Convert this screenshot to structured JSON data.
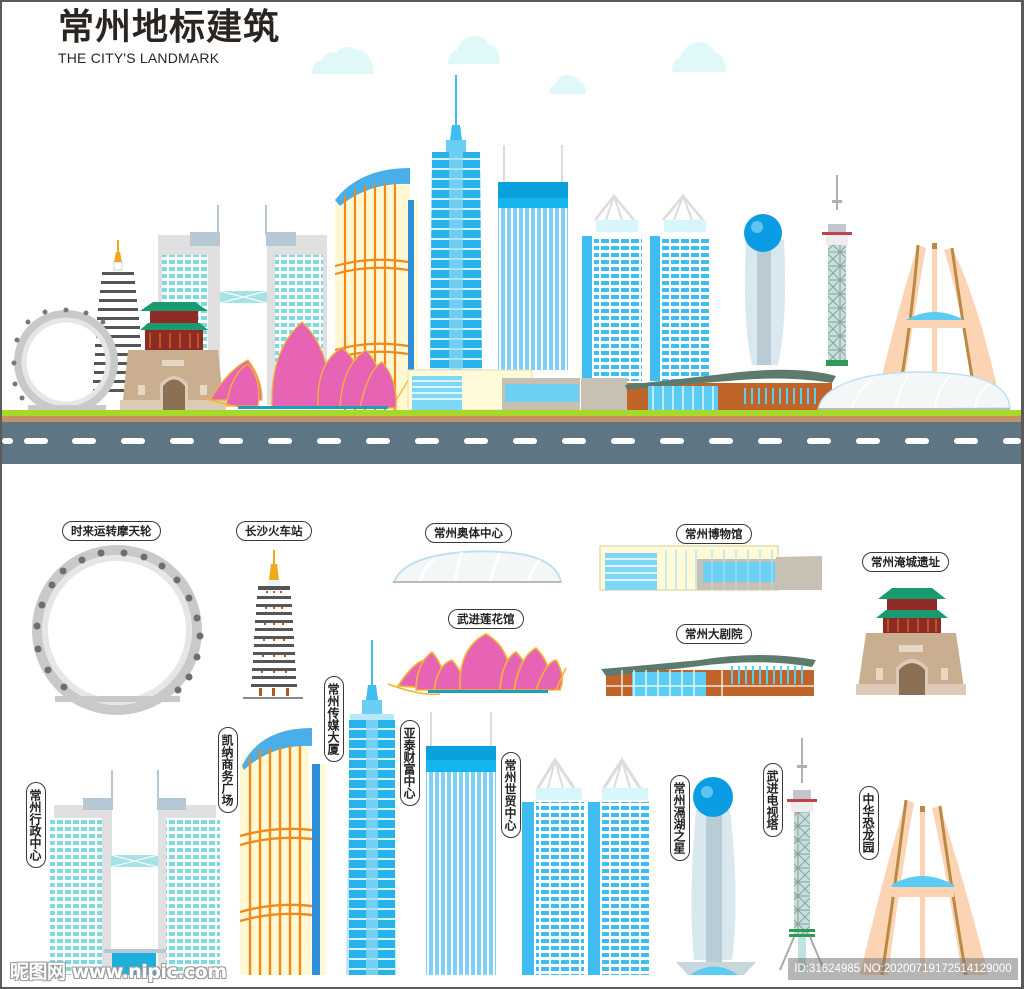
{
  "header": {
    "title": "常州地标建筑",
    "subtitle": "THE CITY'S LANDMARK"
  },
  "colors": {
    "sky_blue": "#3fbdf2",
    "deep_blue": "#0aa6e8",
    "light_cyan": "#d6f6fb",
    "cloud": "#e1f8f9",
    "lotus_pink": "#e764b5",
    "lotus_gold": "#f2b531",
    "gold_tower": "#f7a11a",
    "cream": "#fff8d2",
    "orange_grid": "#f08a1c",
    "wall_tan": "#c9ae90",
    "roof_green": "#1a9a6e",
    "theatre_brown": "#c0652a",
    "road": "#5e7684",
    "grass": "#a6d92c",
    "soil": "#c49364",
    "dino_peach": "#fcd4b4",
    "dino_brown": "#b88a45",
    "grey_ring": "#c9c9c9"
  },
  "landmarks": {
    "ferris_wheel": "时来运转摩天轮",
    "railway_station": "长沙火车站",
    "olympic_center": "常州奥体中心",
    "lotus_hall": "武进莲花馆",
    "museum": "常州博物馆",
    "grand_theatre": "常州大剧院",
    "yancheng_ruins": "常州淹城遗址",
    "admin_center": "常州行政中心",
    "kaina_plaza": "凯纳商务广场",
    "media_tower": "常州传媒大厦",
    "yatai_center": "亚泰财富中心",
    "world_trade": "常州世贸中心",
    "gehu_star": "常州滆湖之星",
    "tv_tower": "武进电视塔",
    "dino_park": "中华恐龙园"
  },
  "watermark": {
    "site": "昵图网 www.nipic.com",
    "id": "ID:31624985 NO:20200719172514129000"
  }
}
